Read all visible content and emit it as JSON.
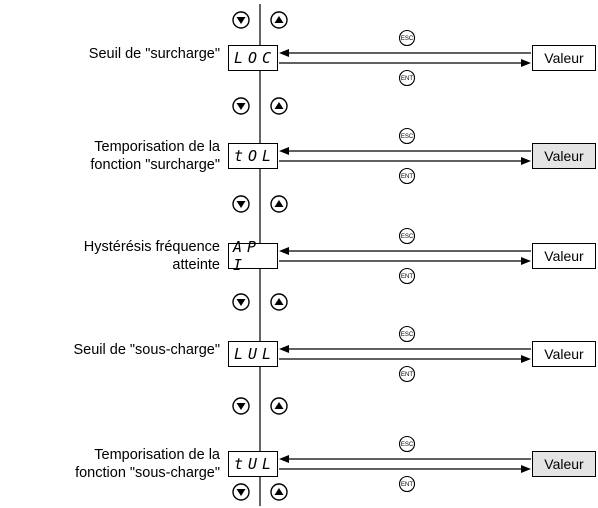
{
  "rows": [
    {
      "label": [
        "Seuil de \"surcharge\""
      ],
      "display": "LOC",
      "value": "Valeur",
      "shaded": false
    },
    {
      "label": [
        "Temporisation de la",
        "fonction \"surcharge\""
      ],
      "display": "tOL",
      "value": "Valeur",
      "shaded": true
    },
    {
      "label": [
        "Hystérésis fréquence",
        "atteinte"
      ],
      "display": "AP I",
      "value": "Valeur",
      "shaded": false
    },
    {
      "label": [
        "Seuil de \"sous-charge\""
      ],
      "display": "LUL",
      "value": "Valeur",
      "shaded": false
    },
    {
      "label": [
        "Temporisation de la",
        "fonction \"sous-charge\""
      ],
      "display": "tUL",
      "value": "Valeur",
      "shaded": true
    }
  ],
  "buttons": {
    "esc": "ESC",
    "ent": "ENT"
  }
}
